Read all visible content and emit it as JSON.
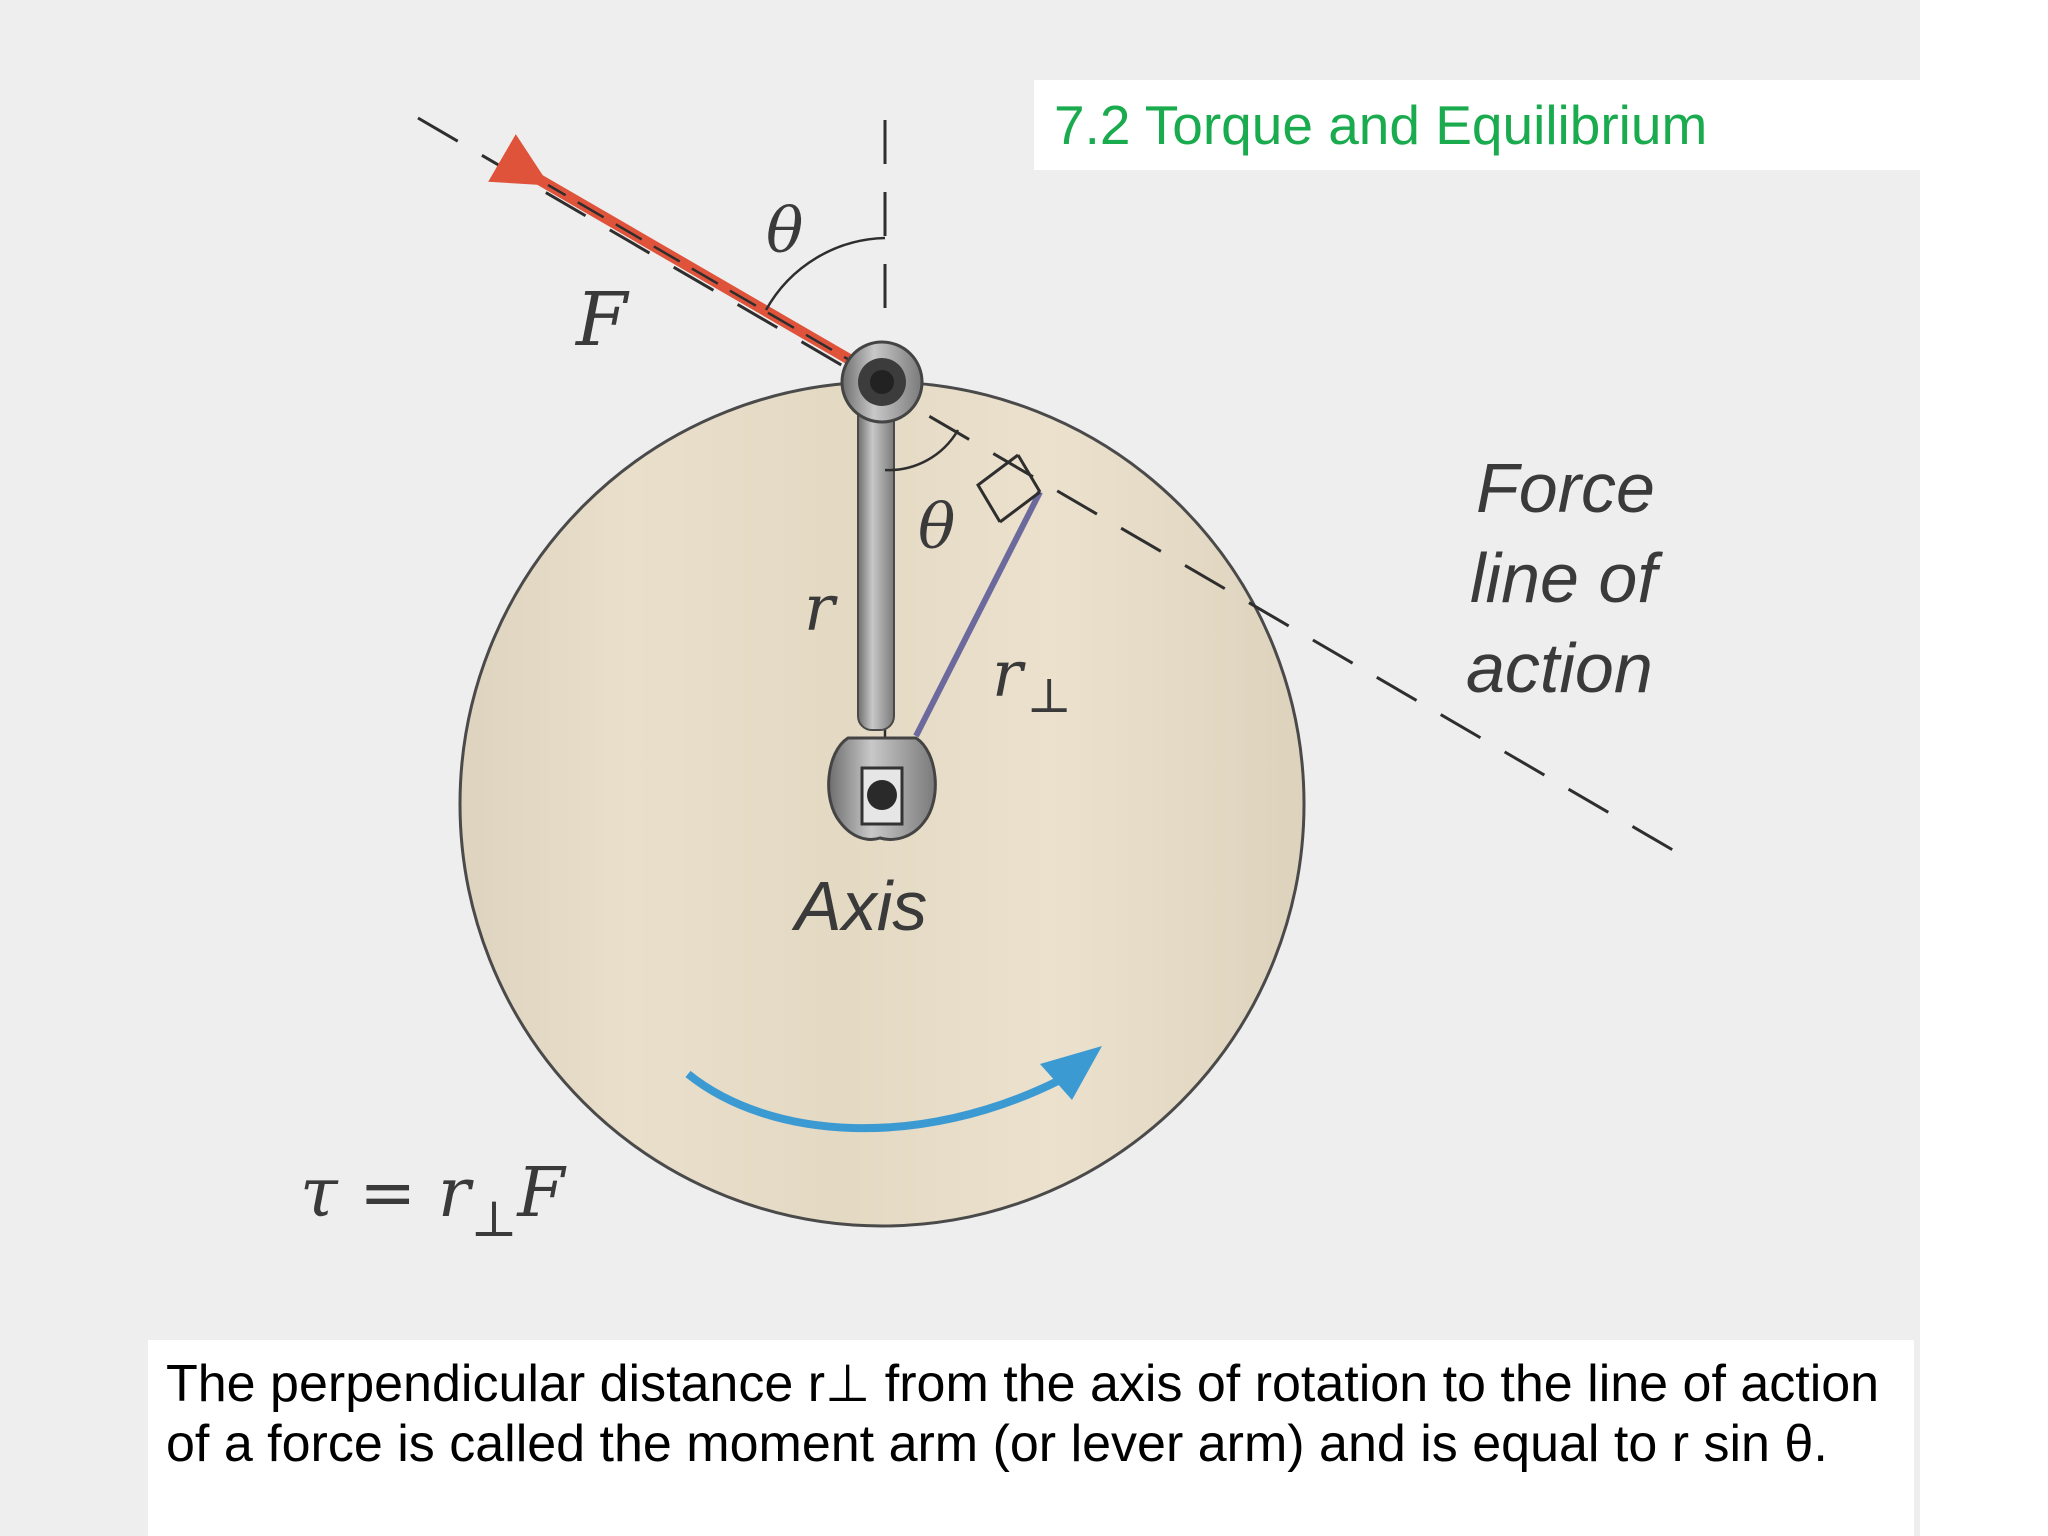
{
  "slide": {
    "title": "7.2 Torque and Equilibrium",
    "caption": "The perpendicular distance r⊥ from the axis of rotation to the line of action of a force is called the moment arm (or lever arm) and is equal to r sin θ."
  },
  "diagram": {
    "labels": {
      "force": "F",
      "theta_top": "θ",
      "theta_inner": "θ",
      "r": "r",
      "r_perp": "r",
      "r_perp_subscript": "⊥",
      "axis": "Axis",
      "force_line_1": "Force",
      "force_line_2": "line of",
      "force_line_3": "action",
      "equation_tau": "τ = r",
      "equation_sub": "⊥",
      "equation_F": "F"
    },
    "colors": {
      "force_arrow": "#e0533b",
      "rotation_arrow": "#3c9ad3",
      "disc": "#e7dcc6",
      "wrench": "#8e8e8e",
      "moment_arm": "#6c6a9c"
    }
  }
}
